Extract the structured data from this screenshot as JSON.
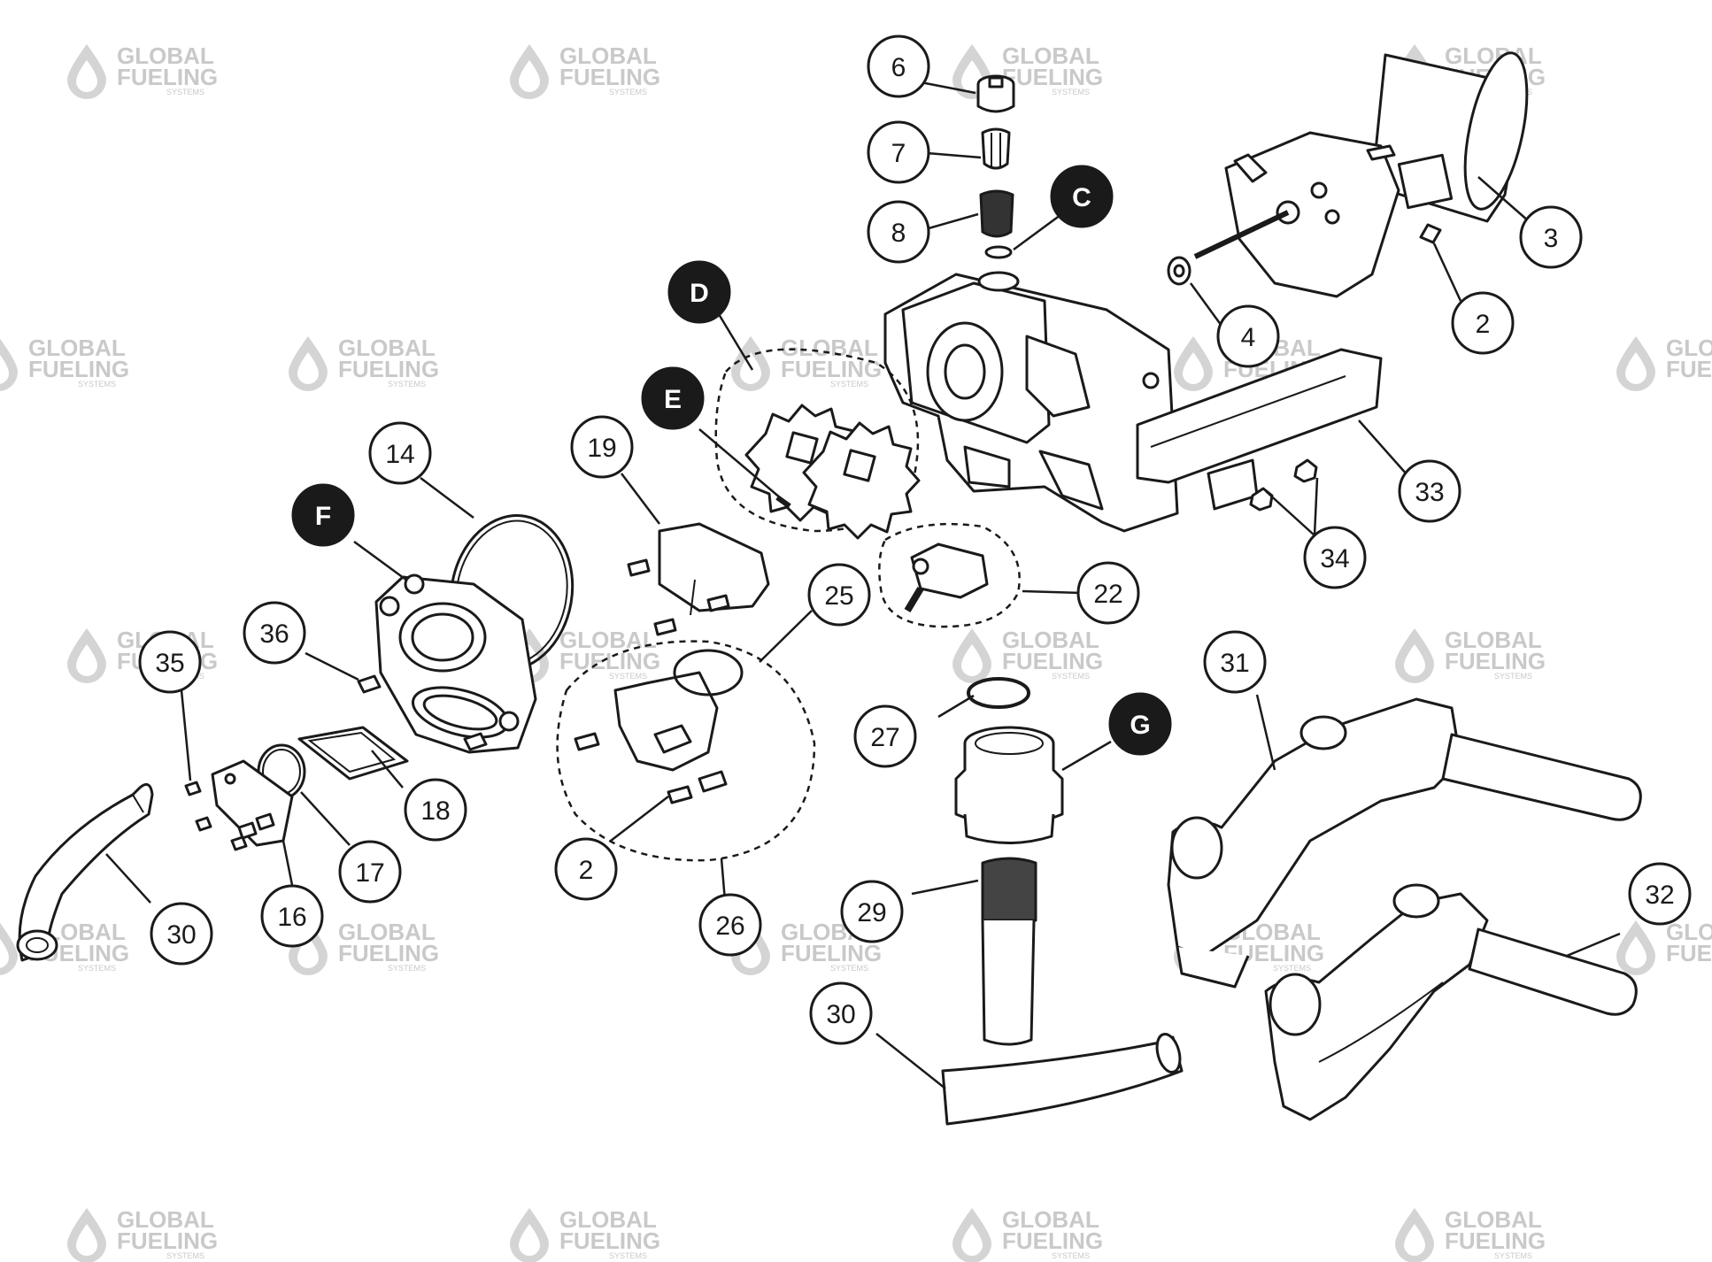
{
  "watermark": {
    "line1": "GLOBAL",
    "line2": "FUELING",
    "line3": "SYSTEMS"
  },
  "callouts": [
    {
      "id": "c6",
      "label": "6",
      "dark": false
    },
    {
      "id": "c7",
      "label": "7",
      "dark": false
    },
    {
      "id": "c8",
      "label": "8",
      "dark": false
    },
    {
      "id": "cC",
      "label": "C",
      "dark": true
    },
    {
      "id": "c3",
      "label": "3",
      "dark": false
    },
    {
      "id": "c2a",
      "label": "2",
      "dark": false
    },
    {
      "id": "c4",
      "label": "4",
      "dark": false
    },
    {
      "id": "cD",
      "label": "D",
      "dark": true
    },
    {
      "id": "cE",
      "label": "E",
      "dark": true
    },
    {
      "id": "c33",
      "label": "33",
      "dark": false
    },
    {
      "id": "c34",
      "label": "34",
      "dark": false
    },
    {
      "id": "c14",
      "label": "14",
      "dark": false
    },
    {
      "id": "c19",
      "label": "19",
      "dark": false
    },
    {
      "id": "cF",
      "label": "F",
      "dark": true
    },
    {
      "id": "c22",
      "label": "22",
      "dark": false
    },
    {
      "id": "c25",
      "label": "25",
      "dark": false
    },
    {
      "id": "c36",
      "label": "36",
      "dark": false
    },
    {
      "id": "c35",
      "label": "35",
      "dark": false
    },
    {
      "id": "c31",
      "label": "31",
      "dark": false
    },
    {
      "id": "c27",
      "label": "27",
      "dark": false
    },
    {
      "id": "cG",
      "label": "G",
      "dark": true
    },
    {
      "id": "c18",
      "label": "18",
      "dark": false
    },
    {
      "id": "c17",
      "label": "17",
      "dark": false
    },
    {
      "id": "c2b",
      "label": "2",
      "dark": false
    },
    {
      "id": "c16",
      "label": "16",
      "dark": false
    },
    {
      "id": "c30a",
      "label": "30",
      "dark": false
    },
    {
      "id": "c26",
      "label": "26",
      "dark": false
    },
    {
      "id": "c29",
      "label": "29",
      "dark": false
    },
    {
      "id": "c32",
      "label": "32",
      "dark": false
    },
    {
      "id": "c30b",
      "label": "30",
      "dark": false
    }
  ]
}
